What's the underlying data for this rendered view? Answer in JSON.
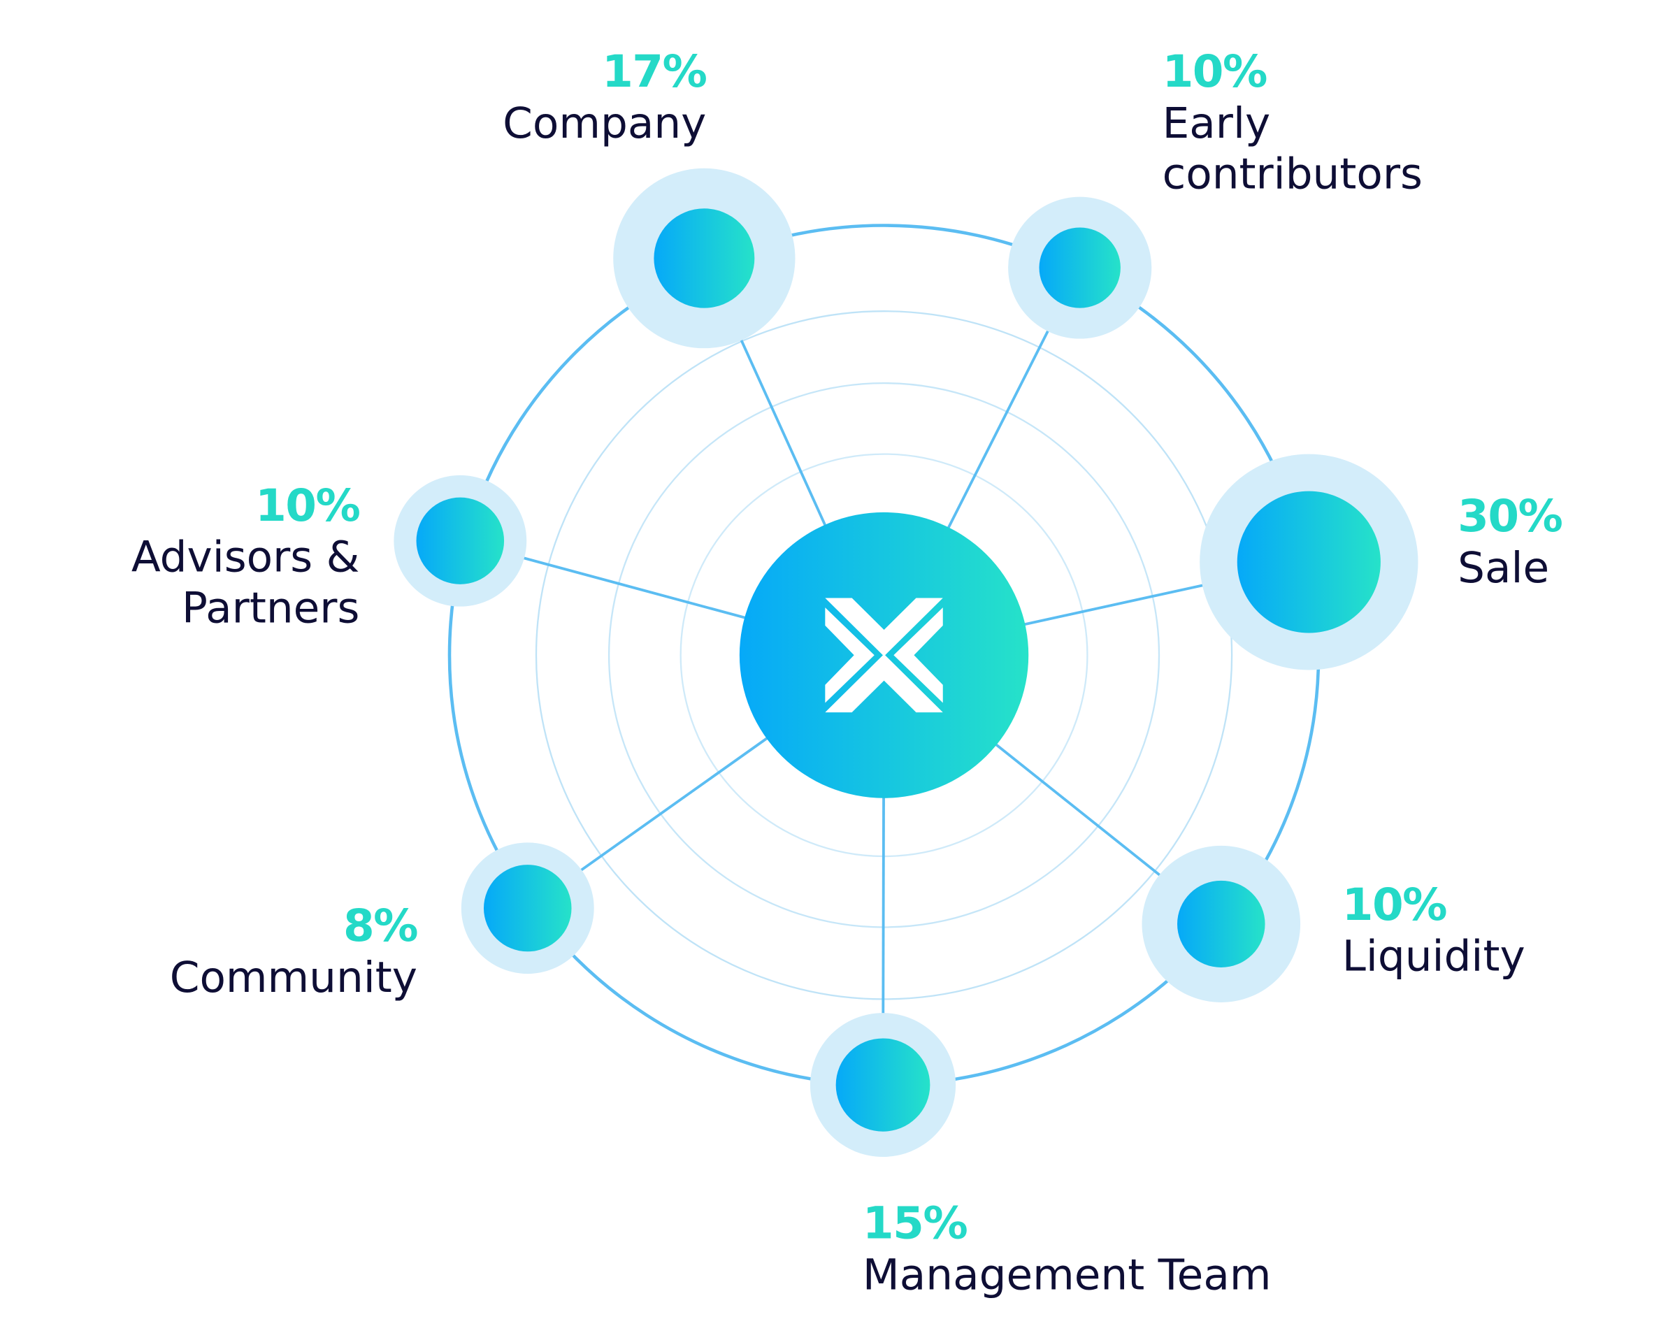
{
  "chart_data": {
    "type": "pie",
    "title": "",
    "center_logo": "x-logo",
    "categories": [
      "Company",
      "Early contributors",
      "Sale",
      "Liquidity",
      "Management Team",
      "Community",
      "Advisors & Partners"
    ],
    "values": [
      17,
      10,
      30,
      10,
      15,
      8,
      10
    ],
    "labels": [
      {
        "pct": "17%",
        "lines": [
          "Company"
        ]
      },
      {
        "pct": "10%",
        "lines": [
          "Early",
          "contributors"
        ]
      },
      {
        "pct": "30%",
        "lines": [
          "Sale"
        ]
      },
      {
        "pct": "10%",
        "lines": [
          "Liquidity"
        ]
      },
      {
        "pct": "15%",
        "lines": [
          "Management Team"
        ]
      },
      {
        "pct": "8%",
        "lines": [
          "Community"
        ]
      },
      {
        "pct": "10%",
        "lines": [
          "Advisors &",
          "Partners"
        ]
      }
    ],
    "legend": "none",
    "grid": false
  },
  "colors": {
    "gradient_start": "#06a9f8",
    "gradient_end": "#26e2c9",
    "halo": "#d3edfa",
    "line": "#5bbdf2",
    "ring": "#bfe3f7",
    "percent": "#24d9c7",
    "label": "#0e0e35"
  }
}
